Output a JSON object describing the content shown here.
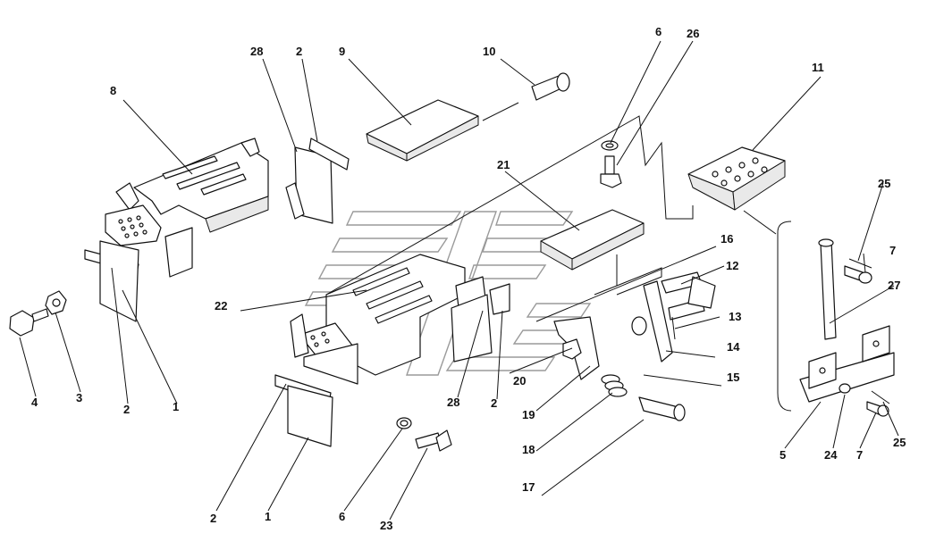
{
  "callouts": {
    "c1a": "1",
    "c1b": "1",
    "c2a": "2",
    "c2b": "2",
    "c2c": "2",
    "c2d": "2",
    "c3": "3",
    "c4": "4",
    "c5": "5",
    "c6a": "6",
    "c6b": "6",
    "c7a": "7",
    "c7b": "7",
    "c8": "8",
    "c9": "9",
    "c10": "10",
    "c11": "11",
    "c12": "12",
    "c13": "13",
    "c14": "14",
    "c15": "15",
    "c16": "16",
    "c17": "17",
    "c18": "18",
    "c19": "19",
    "c20": "20",
    "c21": "21",
    "c22": "22",
    "c23": "23",
    "c24": "24",
    "c25a": "25",
    "c25b": "25",
    "c26": "26",
    "c27": "27",
    "c28a": "28",
    "c28b": "28"
  }
}
